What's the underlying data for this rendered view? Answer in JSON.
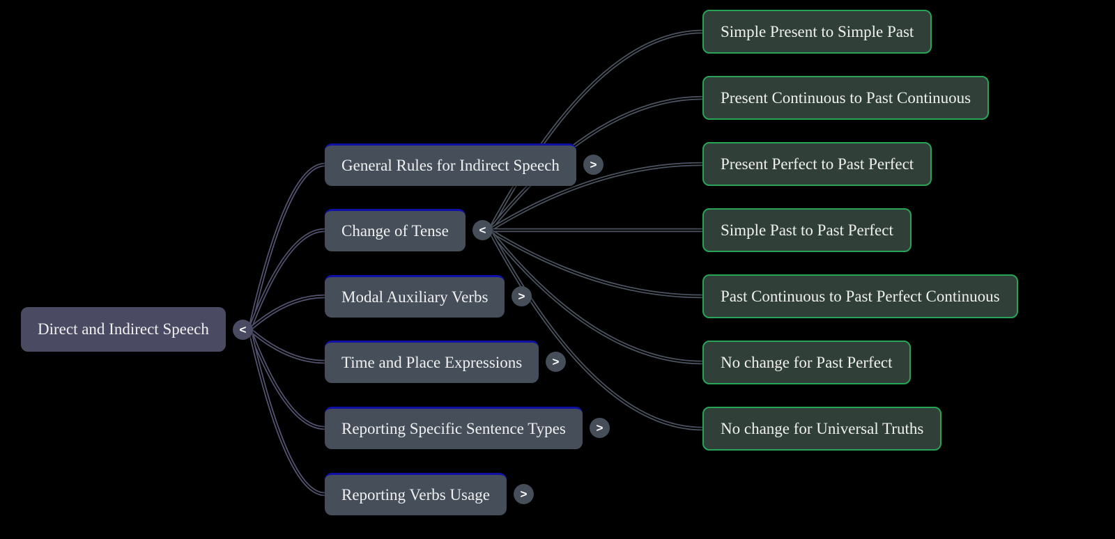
{
  "diagram": {
    "title": "Direct and Indirect Speech mind map",
    "root": {
      "label": "Direct and Indirect Speech",
      "toggle": "<"
    },
    "branches": [
      {
        "label": "General Rules for Indirect Speech",
        "toggle": ">",
        "children": []
      },
      {
        "label": "Change of Tense",
        "toggle": "<",
        "children": [
          "Simple Present to Simple Past",
          "Present Continuous to Past Continuous",
          "Present Perfect to Past Perfect",
          "Simple Past to Past Perfect",
          "Past Continuous to Past Perfect Continuous",
          "No change for Past Perfect",
          "No change for Universal Truths"
        ]
      },
      {
        "label": "Modal Auxiliary Verbs",
        "toggle": ">",
        "children": []
      },
      {
        "label": "Time and Place Expressions",
        "toggle": ">",
        "children": []
      },
      {
        "label": "Reporting Specific Sentence Types",
        "toggle": ">",
        "children": []
      },
      {
        "label": "Reporting Verbs Usage",
        "toggle": ">",
        "children": []
      }
    ],
    "colors": {
      "background": "#000000",
      "root_fill": "#4a4a63",
      "root_link": "#53536f",
      "branch_fill": "#454e59",
      "branch_top_border": "#0f10a5",
      "branch_link": "#4c5461",
      "child_fill": "#303f38",
      "child_border": "#28a457",
      "text": "#f0f0f0"
    }
  }
}
